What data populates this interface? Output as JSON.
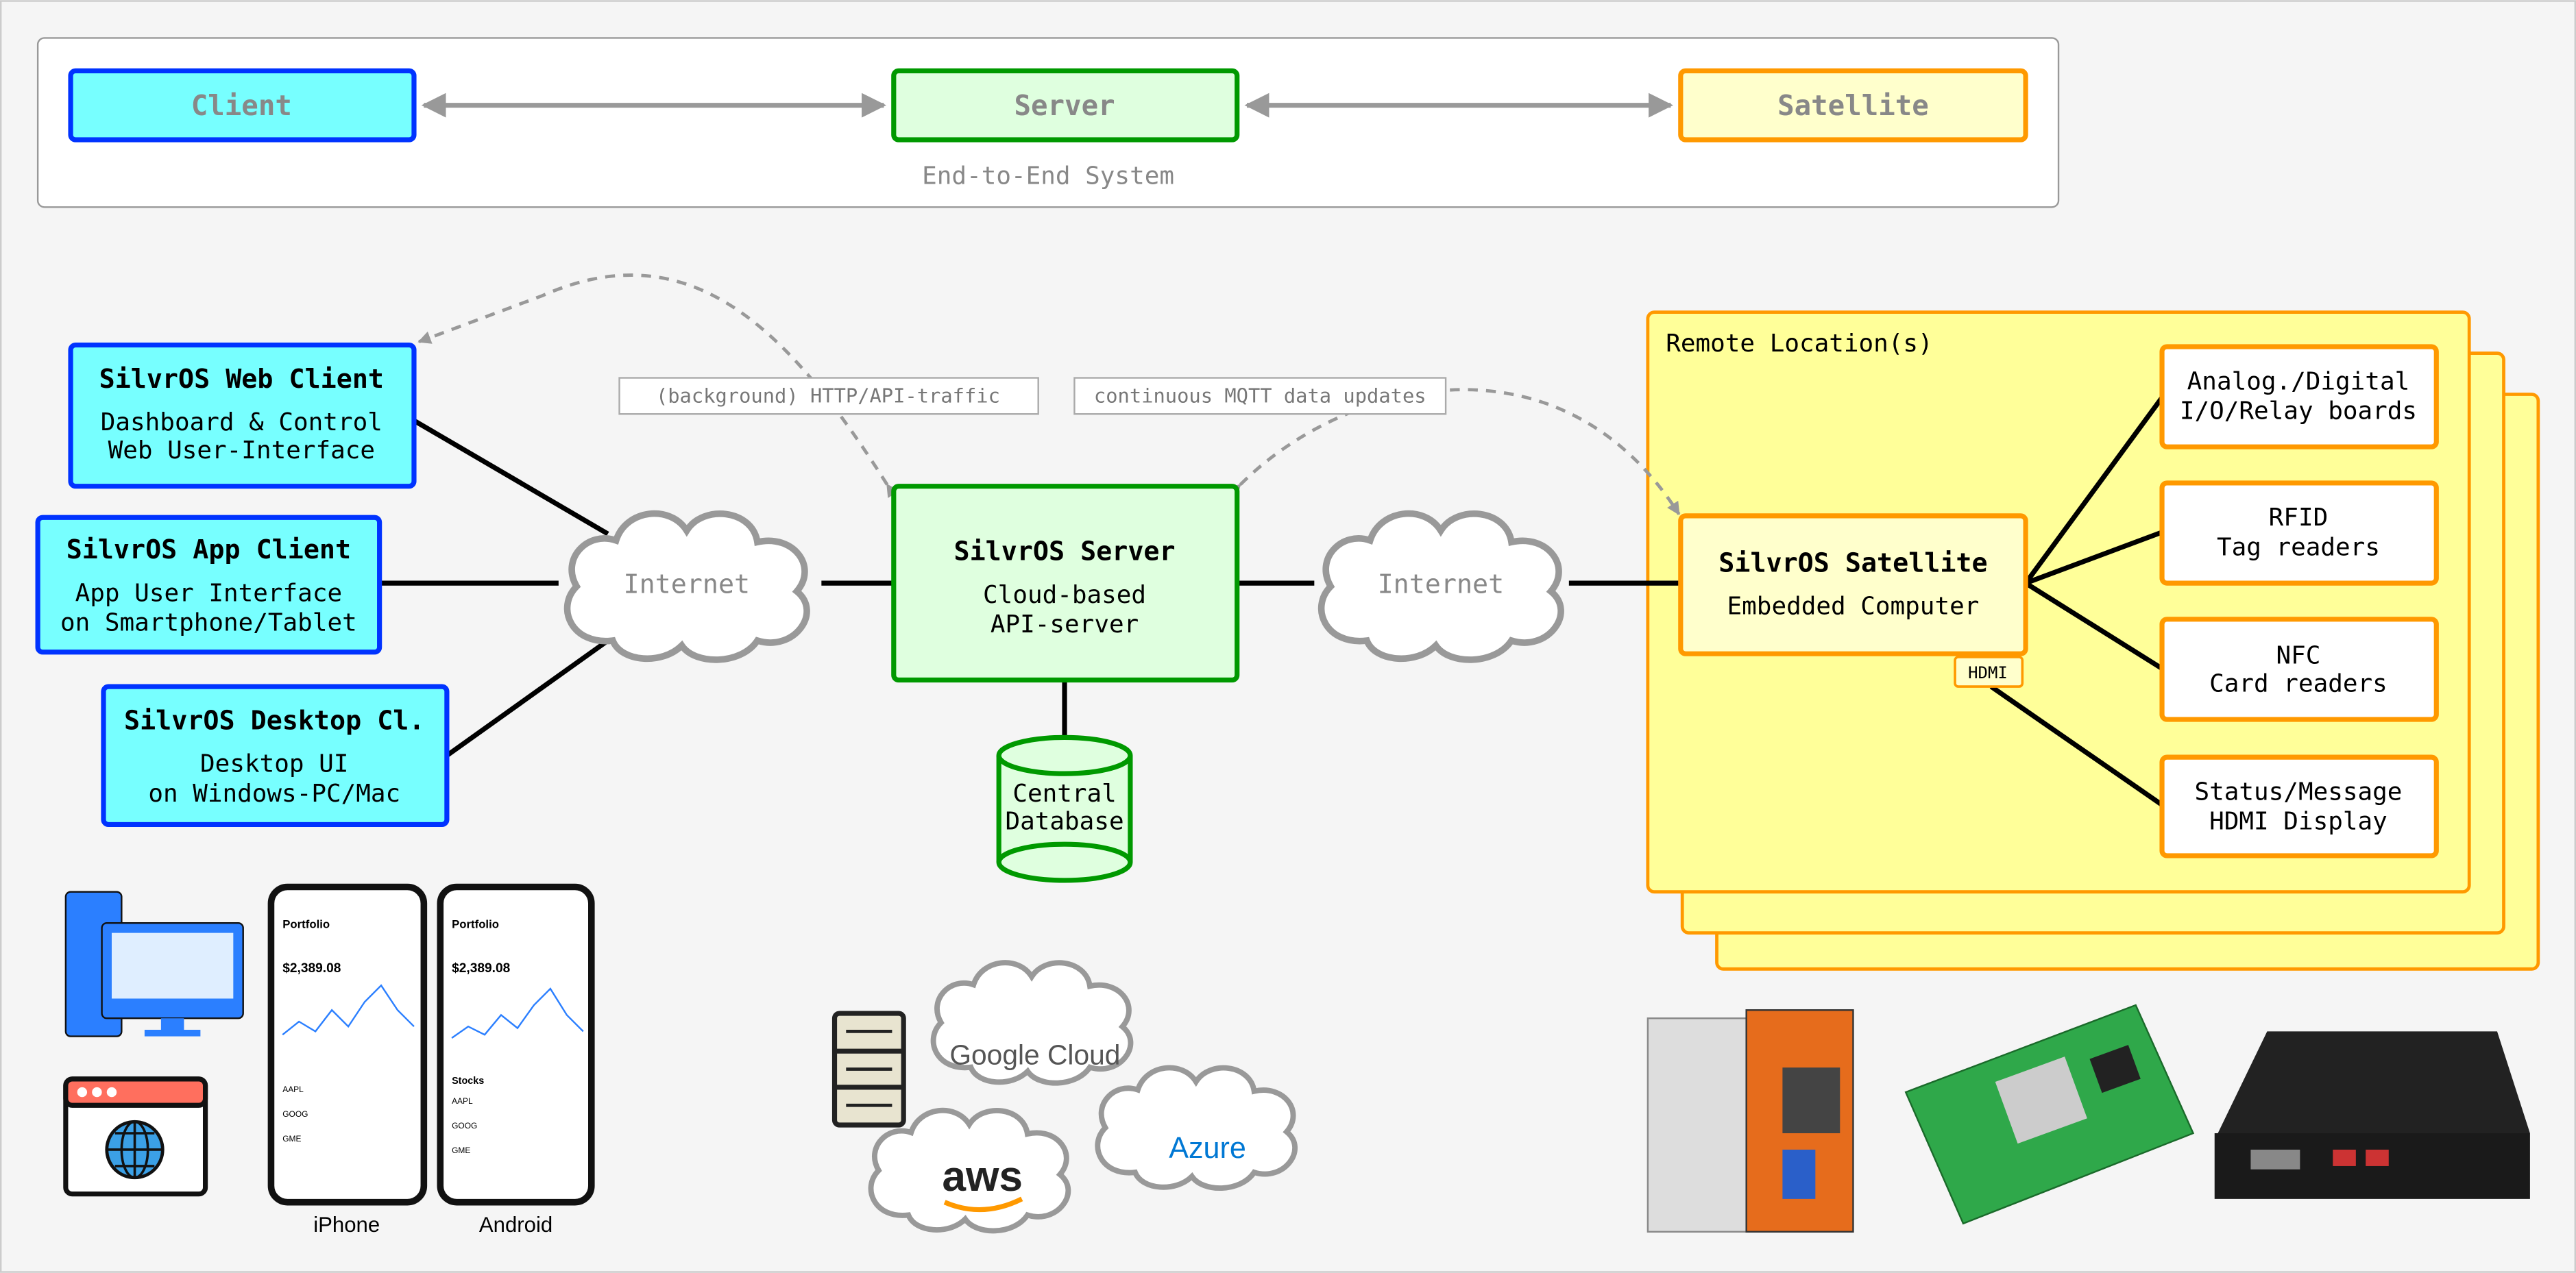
{
  "legend": {
    "client": "Client",
    "server": "Server",
    "satellite": "Satellite",
    "caption": "End-to-End System"
  },
  "clients": [
    {
      "title": "SilvrOS Web Client",
      "line1": "Dashboard & Control",
      "line2": "Web User-Interface"
    },
    {
      "title": "SilvrOS App Client",
      "line1": "App User Interface",
      "line2": "on Smartphone/Tablet"
    },
    {
      "title": "SilvrOS Desktop Cl.",
      "line1": "Desktop UI",
      "line2": "on Windows-PC/Mac"
    }
  ],
  "internet_label": "Internet",
  "server": {
    "title": "SilvrOS Server",
    "line1": "Cloud-based",
    "line2": "API-server"
  },
  "database": {
    "line1": "Central",
    "line2": "Database"
  },
  "traffic_labels": {
    "http": "(background) HTTP/API-traffic",
    "mqtt": "continuous MQTT data updates"
  },
  "remote": {
    "title": "Remote Location(s)",
    "satellite": {
      "title": "SilvrOS Satellite",
      "line1": "Embedded Computer"
    },
    "hdmi_port": "HDMI",
    "peripherals": [
      {
        "line1": "Analog./Digital",
        "line2": "I/O/Relay boards"
      },
      {
        "line1": "RFID",
        "line2": "Tag readers"
      },
      {
        "line1": "NFC",
        "line2": "Card readers"
      },
      {
        "line1": "Status/Message",
        "line2": "HDMI Display"
      }
    ]
  },
  "devices": {
    "iphone_label": "iPhone",
    "android_label": "Android",
    "phone_screen": {
      "title": "Portfolio",
      "balance": "$2,389.08",
      "section": "Stocks",
      "tickers": [
        "AAPL",
        "GOOG",
        "GME"
      ]
    }
  },
  "cloud_providers": [
    "Google Cloud",
    "aws",
    "Azure"
  ],
  "colors": {
    "client_fill": "#77ffff",
    "client_stroke": "#0033ff",
    "server_fill": "#dfffdf",
    "server_stroke": "#009900",
    "satellite_fill": "#ffffcc",
    "satellite_stroke": "#ff9900",
    "remote_fill": "#ffff99"
  }
}
